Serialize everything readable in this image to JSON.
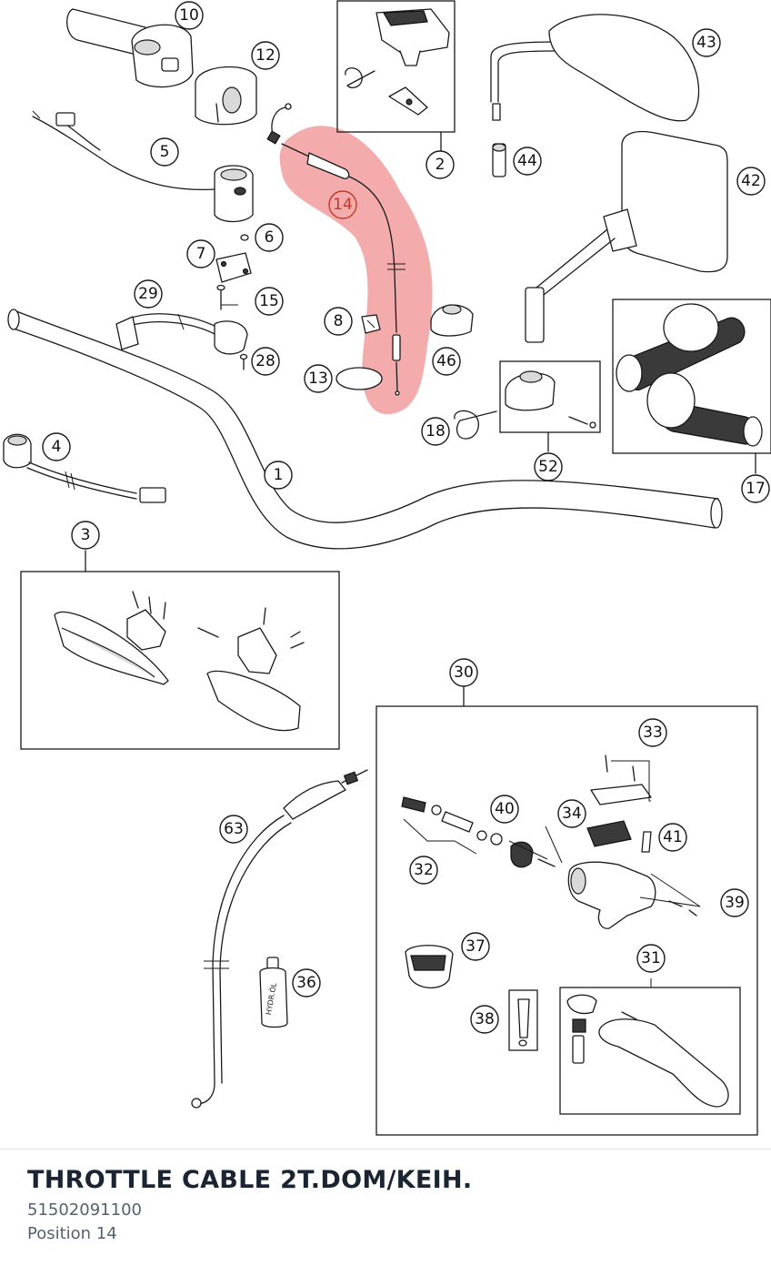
{
  "diagram": {
    "highlight_color": "#f19c9c",
    "highlighted_callout": "14",
    "callouts": [
      "10",
      "12",
      "2",
      "43",
      "44",
      "42",
      "5",
      "14",
      "6",
      "7",
      "15",
      "29",
      "8",
      "46",
      "28",
      "13",
      "18",
      "52",
      "17",
      "4",
      "1",
      "3",
      "30",
      "33",
      "40",
      "34",
      "41",
      "63",
      "32",
      "39",
      "37",
      "36",
      "31",
      "38"
    ]
  },
  "part": {
    "title": "THROTTLE CABLE 2T.DOM/KEIH.",
    "number": "51502091100",
    "position_label": "Position 14"
  }
}
